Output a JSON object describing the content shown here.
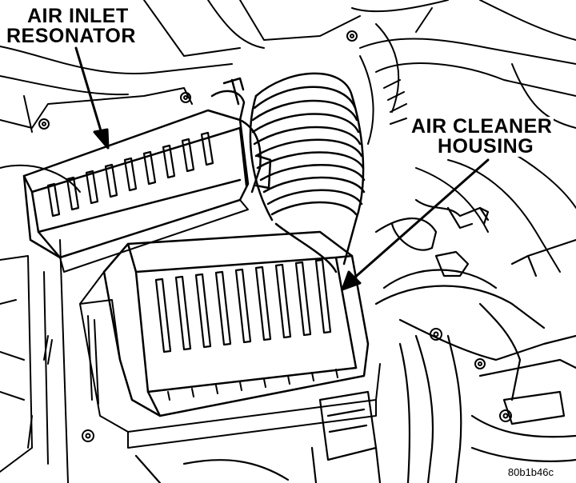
{
  "labels": {
    "resonator_line1": "AIR INLET",
    "resonator_line2": "RESONATOR",
    "housing_line1": "AIR CLEANER",
    "housing_line2": "HOUSING"
  },
  "figure_code": "80b1b46c",
  "colors": {
    "ink": "#000000",
    "paper": "#ffffff"
  }
}
